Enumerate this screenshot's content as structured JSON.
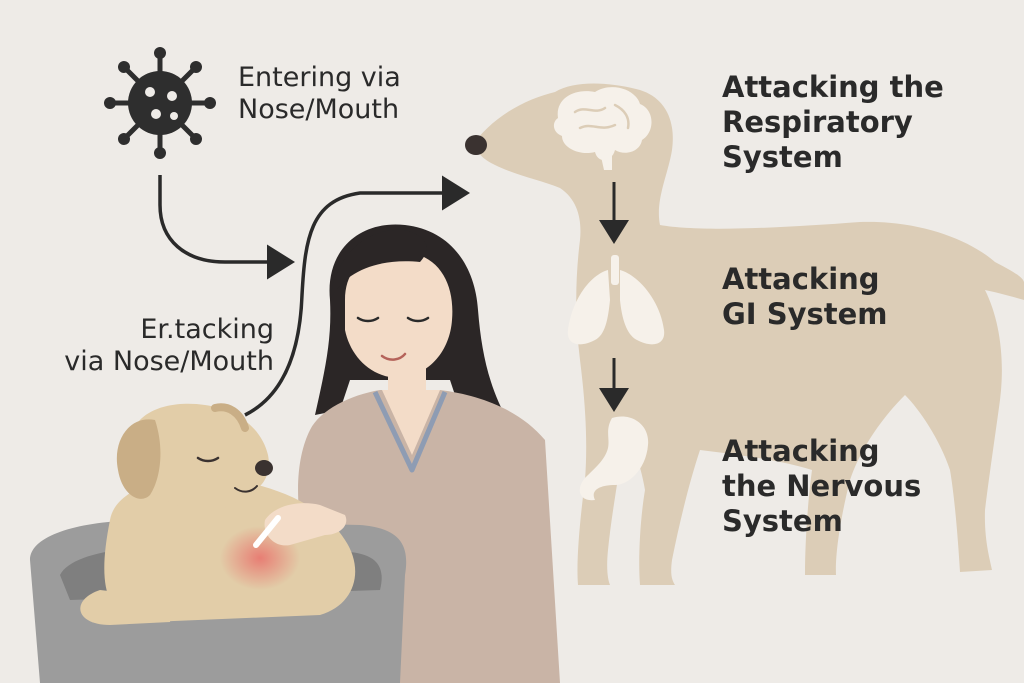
{
  "labels": {
    "entering": [
      "Entering via",
      "Nose/Mouth"
    ],
    "ertacking": [
      "Er.tacking",
      "via Nose/Mouth"
    ],
    "respiratory": [
      "Attacking the",
      "Respiratory",
      "System"
    ],
    "gi": [
      "Attacking",
      "GI System"
    ],
    "nervous": [
      "Attacking",
      "the Nervous",
      "System"
    ]
  },
  "colors": {
    "background": "#eeebe7",
    "dog_silhouette": "#dccdb7",
    "puppy": "#e2cda8",
    "puppy_ear": "#c9ae86",
    "organ": "#f6f1ea",
    "arrow": "#2a2a2a",
    "virus": "#2e2e2e",
    "bed": "#9c9c9c",
    "shirt": "#c9b4a6",
    "shirt_collar": "#8e9cb3",
    "hair": "#2b2626",
    "skin": "#f3dcc8",
    "inflammation": "#e8756e"
  },
  "icons": [
    "virus-icon",
    "brain-icon",
    "lungs-icon",
    "stomach-icon"
  ]
}
